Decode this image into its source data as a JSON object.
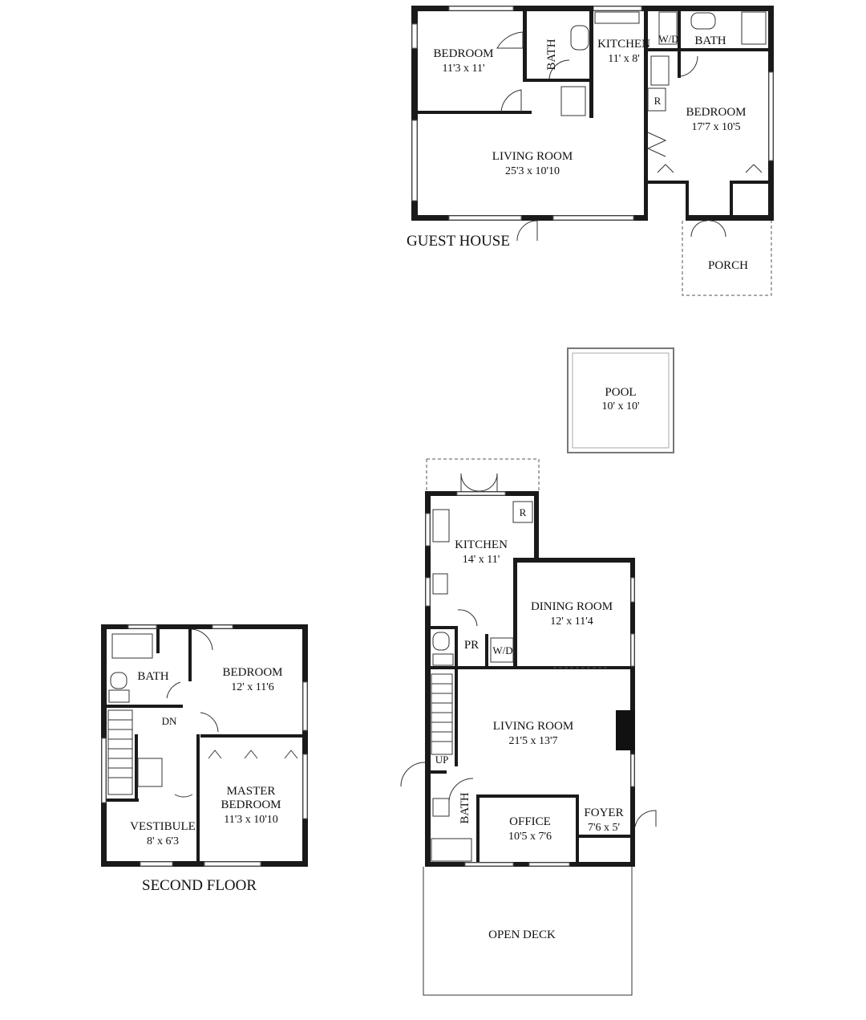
{
  "guest_house": {
    "title": "GUEST HOUSE",
    "bedroom_a": {
      "name": "BEDROOM",
      "size": "11'3 x 11'"
    },
    "bath_a": "BATH",
    "kitchen": {
      "name": "KITCHEN",
      "size": "11' x 8'"
    },
    "wd": "W/D",
    "bath_b": "BATH",
    "fridge": "R",
    "bedroom_b": {
      "name": "BEDROOM",
      "size": "17'7 x 10'5"
    },
    "living": {
      "name": "LIVING ROOM",
      "size": "25'3 x 10'10"
    },
    "porch": "PORCH"
  },
  "pool": {
    "name": "POOL",
    "size": "10' x 10'"
  },
  "main_floor": {
    "kitchen": {
      "name": "KITCHEN",
      "size": "14' x 11'"
    },
    "fridge": "R",
    "dining": {
      "name": "DINING ROOM",
      "size": "12' x 11'4"
    },
    "pr": "PR",
    "wd": "W/D",
    "living": {
      "name": "LIVING ROOM",
      "size": "21'5 x 13'7"
    },
    "up": "UP",
    "bath": "BATH",
    "office": {
      "name": "OFFICE",
      "size": "10'5 x 7'6"
    },
    "foyer": {
      "name": "FOYER",
      "size": "7'6 x 5'"
    },
    "deck": "OPEN DECK"
  },
  "second_floor": {
    "title": "SECOND FLOOR",
    "bath": "BATH",
    "bedroom": {
      "name": "BEDROOM",
      "size": "12' x 11'6"
    },
    "dn": "DN",
    "master": {
      "name_line1": "MASTER",
      "name_line2": "BEDROOM",
      "size": "11'3 x 10'10"
    },
    "vestibule": {
      "name": "VESTIBULE",
      "size": "8' x 6'3"
    }
  }
}
